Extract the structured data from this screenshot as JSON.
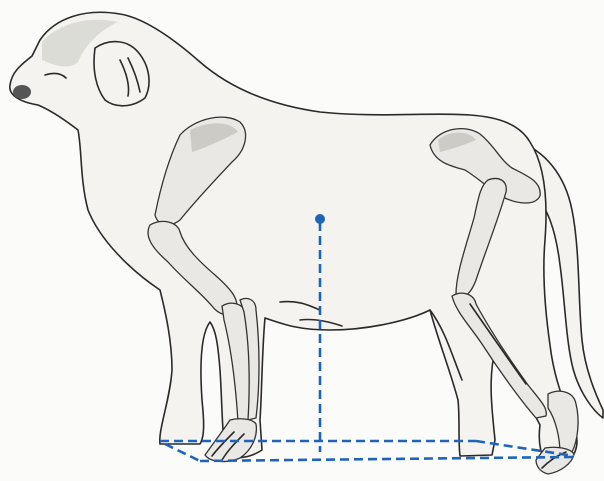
{
  "colors": {
    "guide_line": "#1f64b8",
    "outline": "#2a2a2a",
    "bone": "#e9e8e4",
    "paper": "#fbfbf9"
  },
  "icons": [
    "dog-skeleton-illustration",
    "vertical-guide-line",
    "ground-plane-guide"
  ]
}
